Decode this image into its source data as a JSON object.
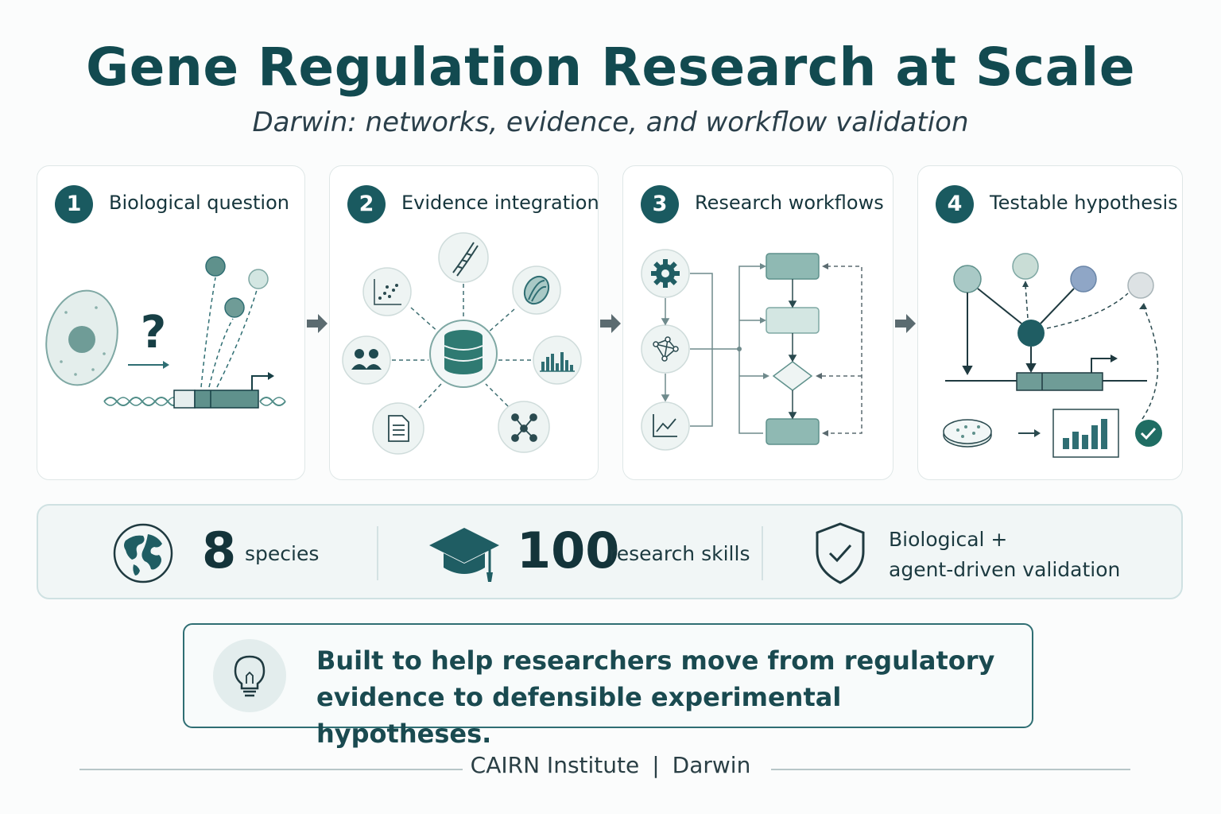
{
  "header": {
    "title": "Gene Regulation Research at Scale",
    "subtitle": "Darwin: networks, evidence, and workflow validation"
  },
  "steps": [
    {
      "number": "1",
      "title": "Biological question"
    },
    {
      "number": "2",
      "title": "Evidence integration"
    },
    {
      "number": "3",
      "title": "Research workflows"
    },
    {
      "number": "4",
      "title": "Testable hypothesis"
    }
  ],
  "step1": {
    "question_mark": "?"
  },
  "stats": {
    "species_value": "8",
    "species_label": "species",
    "skills_value": "100",
    "skills_label": "research skills",
    "validation_line1": "Biological +",
    "validation_line2": "agent-driven validation"
  },
  "callout": {
    "text": "Built to help researchers move from regulatory evidence to defensible experimental hypotheses."
  },
  "footer": {
    "org": "CAIRN Institute",
    "separator": "|",
    "product": "Darwin"
  },
  "colors": {
    "primary": "#1a5a60",
    "accent": "#2f6e73",
    "soft": "#a9c9c6",
    "border": "#dfe7e7"
  },
  "icons": [
    "cell-icon",
    "dna-icon",
    "database-icon",
    "gear-icon",
    "network-icon",
    "chart-icon",
    "globe-icon",
    "graduation-cap-icon",
    "shield-check-icon",
    "lightbulb-icon",
    "petri-dish-icon",
    "check-icon"
  ]
}
